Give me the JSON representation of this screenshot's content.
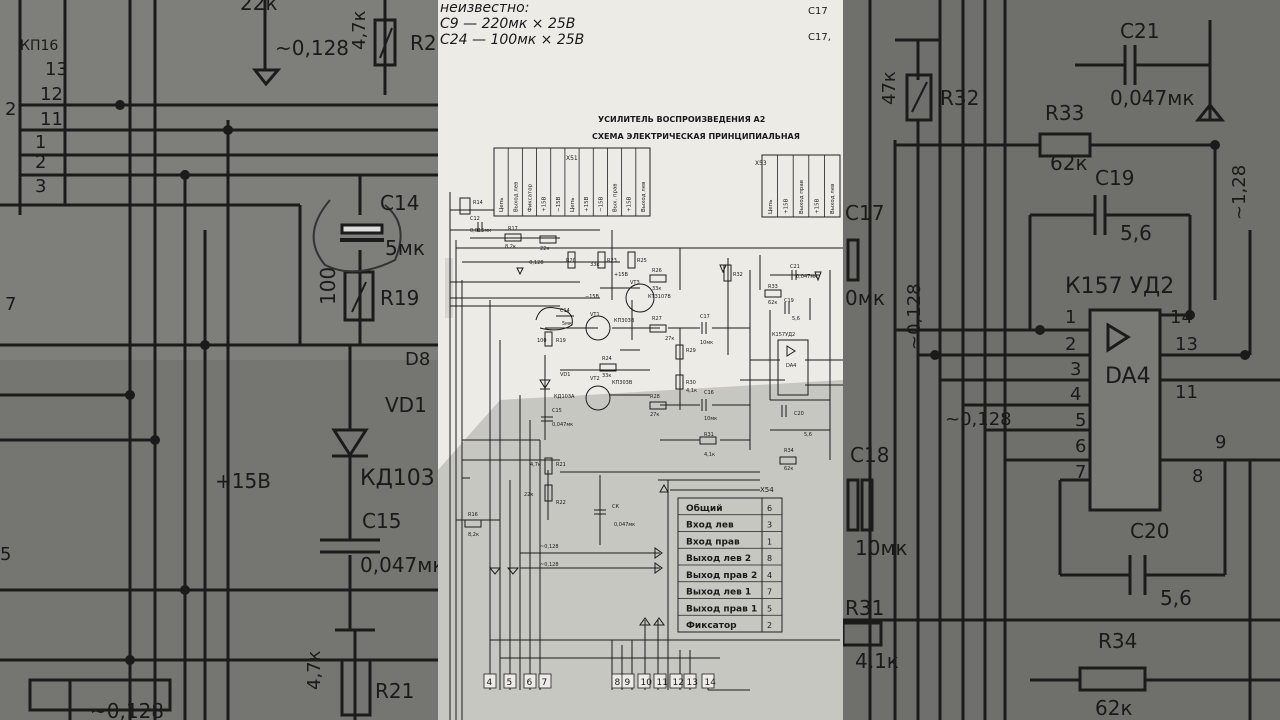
{
  "header": {
    "note1": "неизвестно:",
    "note2": "С9 — 220мк × 25В",
    "note3": "С24 — 100мк × 25В",
    "ref1": "С17",
    "ref2": "С17,",
    "title1": "УСИЛИТЕЛЬ ВОСПРОИЗВЕДЕНИЯ А2",
    "title2": "СХЕМА ЭЛЕКТРИЧЕСКАЯ ПРИНЦИПИАЛЬНАЯ"
  },
  "connector_left": {
    "name": "Х51",
    "pins": [
      "Цепь",
      "Выход лев",
      "Фиксатор",
      "+15В",
      "−15В",
      "Цепь",
      "+15В",
      "−15В",
      "Вых. прав",
      "+15В",
      "Выход лев"
    ]
  },
  "connector_right": {
    "name": "Х53",
    "pins": [
      "Цепь",
      "+15В",
      "Выход прав",
      "+15В",
      "Выход лев"
    ]
  },
  "components": {
    "R14": "R14",
    "C12": "C12",
    "C12v": "0,015мк",
    "R17": "R17",
    "R17v": "8,2к",
    "R18v": "22к",
    "R20": "R20",
    "v0128": "~0,128",
    "R23": "R23",
    "R23v": "33к",
    "R25": "R25",
    "R26": "R26",
    "R26v": "33к",
    "VT3": "VT3",
    "VT3t": "КТ3107В",
    "p15": "+15В",
    "m15": "−15В",
    "R32": "R32",
    "C21": "C21",
    "C21v": "0,047мк",
    "R33": "R33",
    "R33v": "62к",
    "C19": "C19",
    "C19v": "5,6",
    "DA4t": "К157УД2",
    "DA4": "DA4",
    "C14": "C14",
    "C14v": "5мк",
    "R19": "R19",
    "R19v": "100",
    "VT1": "VT1",
    "VT1t": "КП303В",
    "R27": "R27",
    "R27v": "27к",
    "C17": "C17",
    "C17v": "10мк",
    "R29": "R29",
    "R24": "R24",
    "R24v": "33к",
    "VT2": "VT2",
    "VT2t": "КП303В",
    "R30": "R30",
    "R30v": "4,1к",
    "R28": "R28",
    "R28v": "27к",
    "C16": "C16",
    "C16v": "10мк",
    "VD1": "VD1",
    "VD1t": "КД103А",
    "C15": "C15",
    "C15v": "0,047мк",
    "C20": "C20",
    "C20v": "5,6",
    "R31": "R31",
    "R31v": "4,1к",
    "R34": "R34",
    "R34v": "62к",
    "R21": "R21",
    "R21v": "4,7к",
    "R22": "R22",
    "R22v": "22к",
    "R16": "R16",
    "R16v": "8,2к",
    "CK": "СК",
    "CKv": "0,047мк",
    "X54": "Х54",
    "v0128b": "~0,128",
    "v0128c": "~0,128"
  },
  "x54_table": [
    {
      "label": "Общий",
      "pin": "6"
    },
    {
      "label": "Вход лев",
      "pin": "3"
    },
    {
      "label": "Вход прав",
      "pin": "1"
    },
    {
      "label": "Выход лев 2",
      "pin": "8"
    },
    {
      "label": "Выход прав 2",
      "pin": "4"
    },
    {
      "label": "Выход лев 1",
      "pin": "7"
    },
    {
      "label": "Выход прав 1",
      "pin": "5"
    },
    {
      "label": "Фиксатор",
      "pin": "2"
    }
  ],
  "bottom_pins": [
    "4",
    "5",
    "6",
    "7",
    "8",
    "9",
    "10",
    "11",
    "12",
    "13",
    "14"
  ],
  "left_zoom": {
    "p1": "22к",
    "p2": "4,7к",
    "p3": "~0,128",
    "p4": "R2",
    "n13": "13",
    "n12": "12",
    "n11": "11",
    "n2": "2",
    "n1": "1",
    "n3": "3",
    "c14": "C14",
    "c14v": "5мк",
    "r19v": "100",
    "r19": "R19",
    "d8": "D8",
    "vd1": "VD1",
    "p15": "+15В",
    "kd": "КД103",
    "c15": "C15",
    "c15v": "0,047мк",
    "r21v": "4,7к",
    "r21": "R21",
    "bottom": "~0,128",
    "x2": "2",
    "x5": "5",
    "kp": "КП16",
    "x7": "7"
  },
  "right_zoom": {
    "r32v": "47к",
    "r32": "R32",
    "c21": "C21",
    "c21v": "0,047мк",
    "r33": "R33",
    "r33v": "62к",
    "c19": "C19",
    "c19v": "5,6",
    "v128": "~1,28",
    "c17": "C17",
    "mk": "0мк",
    "v0128": "~0,128",
    "da4t": "К157 УД2",
    "da4": "DA4",
    "p1": "1",
    "p2": "2",
    "p3": "3",
    "p4": "4",
    "p5": "5",
    "p6": "6",
    "p7": "7",
    "p8": "8",
    "p9": "9",
    "p11": "11",
    "p13": "13",
    "p14": "14",
    "v0128b": "~0,128",
    "c18": "C18",
    "c18v": "10мк",
    "c20": "C20",
    "c20v": "5,6",
    "r31": "R31",
    "r31v": "4,1к",
    "r34": "R34",
    "r34v": "62к"
  }
}
